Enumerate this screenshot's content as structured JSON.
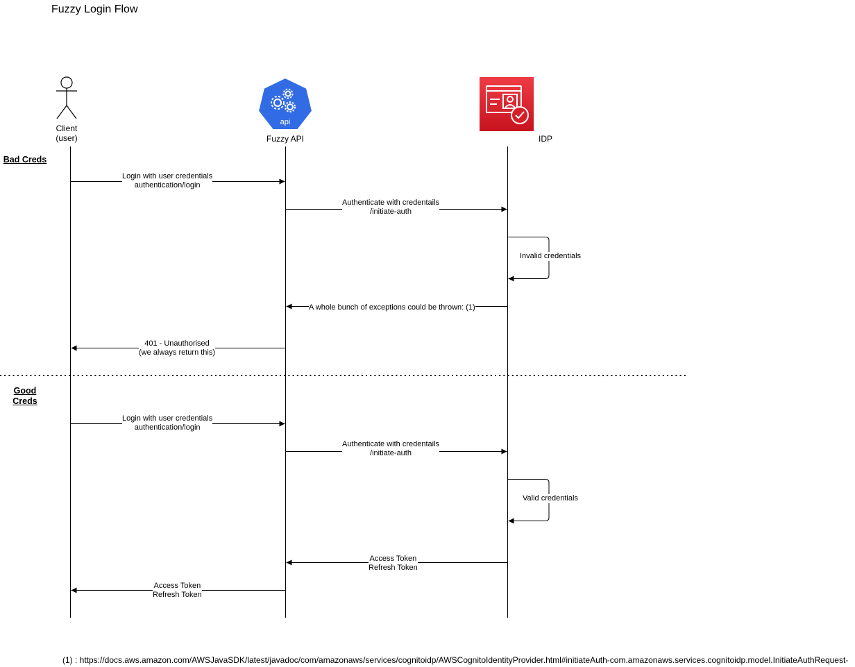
{
  "diagram": {
    "title": "Fuzzy Login Flow",
    "participants": [
      {
        "id": "client",
        "label": "Client\n(user)",
        "icon": "stick-figure-actor-icon"
      },
      {
        "id": "api",
        "label": "Fuzzy API",
        "icon": "kubernetes-api-icon"
      },
      {
        "id": "idp",
        "label": "IDP",
        "icon": "identity-provider-icon"
      }
    ],
    "sections": [
      {
        "label": "Bad Creds"
      },
      {
        "label": "Good\nCreds"
      }
    ],
    "messages": [
      {
        "from": "client",
        "to": "api",
        "text": "Login with user credentials\nauthentication/login"
      },
      {
        "from": "api",
        "to": "idp",
        "text": "Authenticate with credentails\n/initiate-auth"
      },
      {
        "from": "idp",
        "to": "idp",
        "text": "Invalid credentials"
      },
      {
        "from": "idp",
        "to": "api",
        "text": "A whole bunch of exceptions could be thrown: (1)"
      },
      {
        "from": "api",
        "to": "client",
        "text": "401 - Unauthorised\n(we always return this)"
      },
      {
        "from": "client",
        "to": "api",
        "text": "Login with user credentials\nauthentication/login"
      },
      {
        "from": "api",
        "to": "idp",
        "text": "Authenticate with credentails\n/initiate-auth"
      },
      {
        "from": "idp",
        "to": "idp",
        "text": "Valid credentials"
      },
      {
        "from": "idp",
        "to": "api",
        "text": "Access Token\nRefresh Token"
      },
      {
        "from": "api",
        "to": "client",
        "text": "Access Token\nRefresh Token"
      }
    ],
    "icon_text": {
      "api_badge": "api"
    },
    "footnote": "(1) : https://docs.aws.amazon.com/AWSJavaSDK/latest/javadoc/com/amazonaws/services/cognitoidp/AWSCognitoIdentityProvider.html#initiateAuth-com.amazonaws.services.cognitoidp.model.InitiateAuthRequest-",
    "colors": {
      "api_blue": "#326ce5",
      "idp_red_top": "#e8353e",
      "idp_red_bottom": "#c7131f",
      "line": "#000000"
    }
  }
}
